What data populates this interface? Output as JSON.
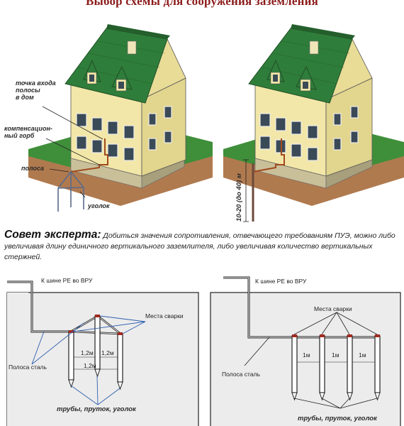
{
  "title": "Выбор схемы для сооружения заземления",
  "top_left": {
    "entry_point_lines": [
      "точка входа",
      "полосы",
      "в дом"
    ],
    "hump_lines": [
      "компенсацион-",
      "ный горб"
    ],
    "strip": "полоса",
    "angle": "уголок"
  },
  "top_right": {
    "depth": "10-20 (до 40) м"
  },
  "advice": {
    "heading": "Совет эксперта:",
    "text": "Добиться значения сопротивления, отвечающего требованиям ПУЭ, можно либо увеличивая длину единичного вертикального заземлителя, либо увеличивая количество вертикальных стержней."
  },
  "bottom_left": {
    "pe_bus": "К шине РЕ во ВРУ",
    "weld_points": "Места сварки",
    "steel_strip": "Полоса сталь",
    "dist_a": "1,2м",
    "dist_b": "1,2м",
    "dist_c": "1,2м",
    "materials": "трубы, пруток, уголок"
  },
  "bottom_right": {
    "pe_bus": "К шине РЕ во ВРУ",
    "weld_points": "Места сварки",
    "steel_strip": "Полоса сталь",
    "dist_a": "1м",
    "dist_b": "1м",
    "dist_c": "1м",
    "materials": "трубы, пруток, уголок"
  },
  "colors": {
    "title": "#8b1a1a",
    "roof": "#2f7d3a",
    "wall": "#f2e7a8",
    "soil": "#b07a4f",
    "grass": "#3f8f3a",
    "pointer": "#2f5fb0"
  }
}
